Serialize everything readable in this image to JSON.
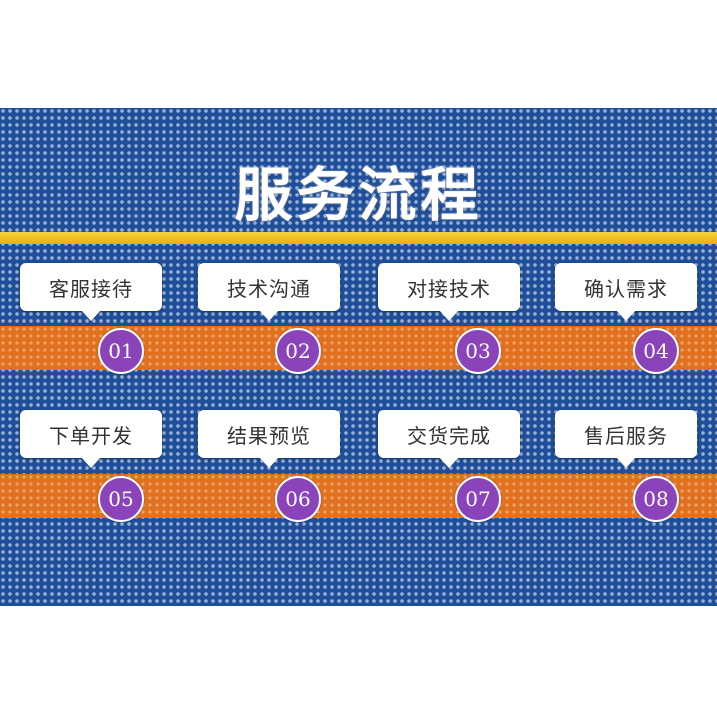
{
  "title": "服务流程",
  "colors": {
    "background": "#1f4f9a",
    "accent_line": "#f4c01e",
    "band": "#e2711f",
    "step_circle": "#8a43b8"
  },
  "steps": [
    {
      "number": "01",
      "label": "客服接待"
    },
    {
      "number": "02",
      "label": "技术沟通"
    },
    {
      "number": "03",
      "label": "对接技术"
    },
    {
      "number": "04",
      "label": "确认需求"
    },
    {
      "number": "05",
      "label": "下单开发"
    },
    {
      "number": "06",
      "label": "结果预览"
    },
    {
      "number": "07",
      "label": "交货完成"
    },
    {
      "number": "08",
      "label": "售后服务"
    }
  ]
}
